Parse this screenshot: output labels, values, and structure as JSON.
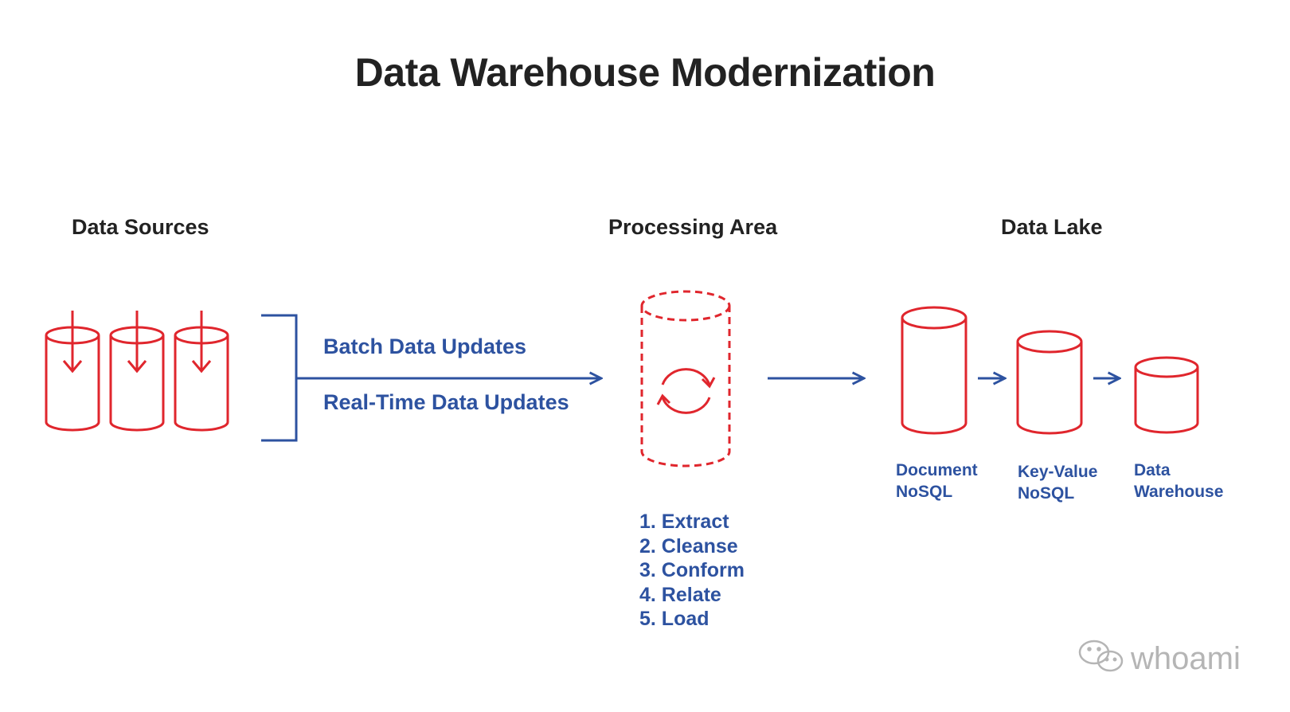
{
  "title": "Data Warehouse Modernization",
  "sections": {
    "sources": "Data Sources",
    "processing": "Processing Area",
    "lake": "Data Lake"
  },
  "flows": {
    "batch": "Batch Data Updates",
    "realtime": "Real-Time Data Updates"
  },
  "steps": [
    "1. Extract",
    "2. Cleanse",
    "3. Conform",
    "4. Relate",
    "5. Load"
  ],
  "lake_stores": [
    {
      "line1": "Document",
      "line2": "NoSQL"
    },
    {
      "line1": "Key-Value",
      "line2": "NoSQL"
    },
    {
      "line1": "Data",
      "line2": "Warehouse"
    }
  ],
  "watermark": "whoami",
  "colors": {
    "red": "#e0262d",
    "blue": "#2d52a0",
    "text": "#222222"
  },
  "icons": {
    "source": "database-cylinder-icon",
    "processing": "dashed-cylinder-icon",
    "refresh": "refresh-icon",
    "wechat": "wechat-icon"
  }
}
